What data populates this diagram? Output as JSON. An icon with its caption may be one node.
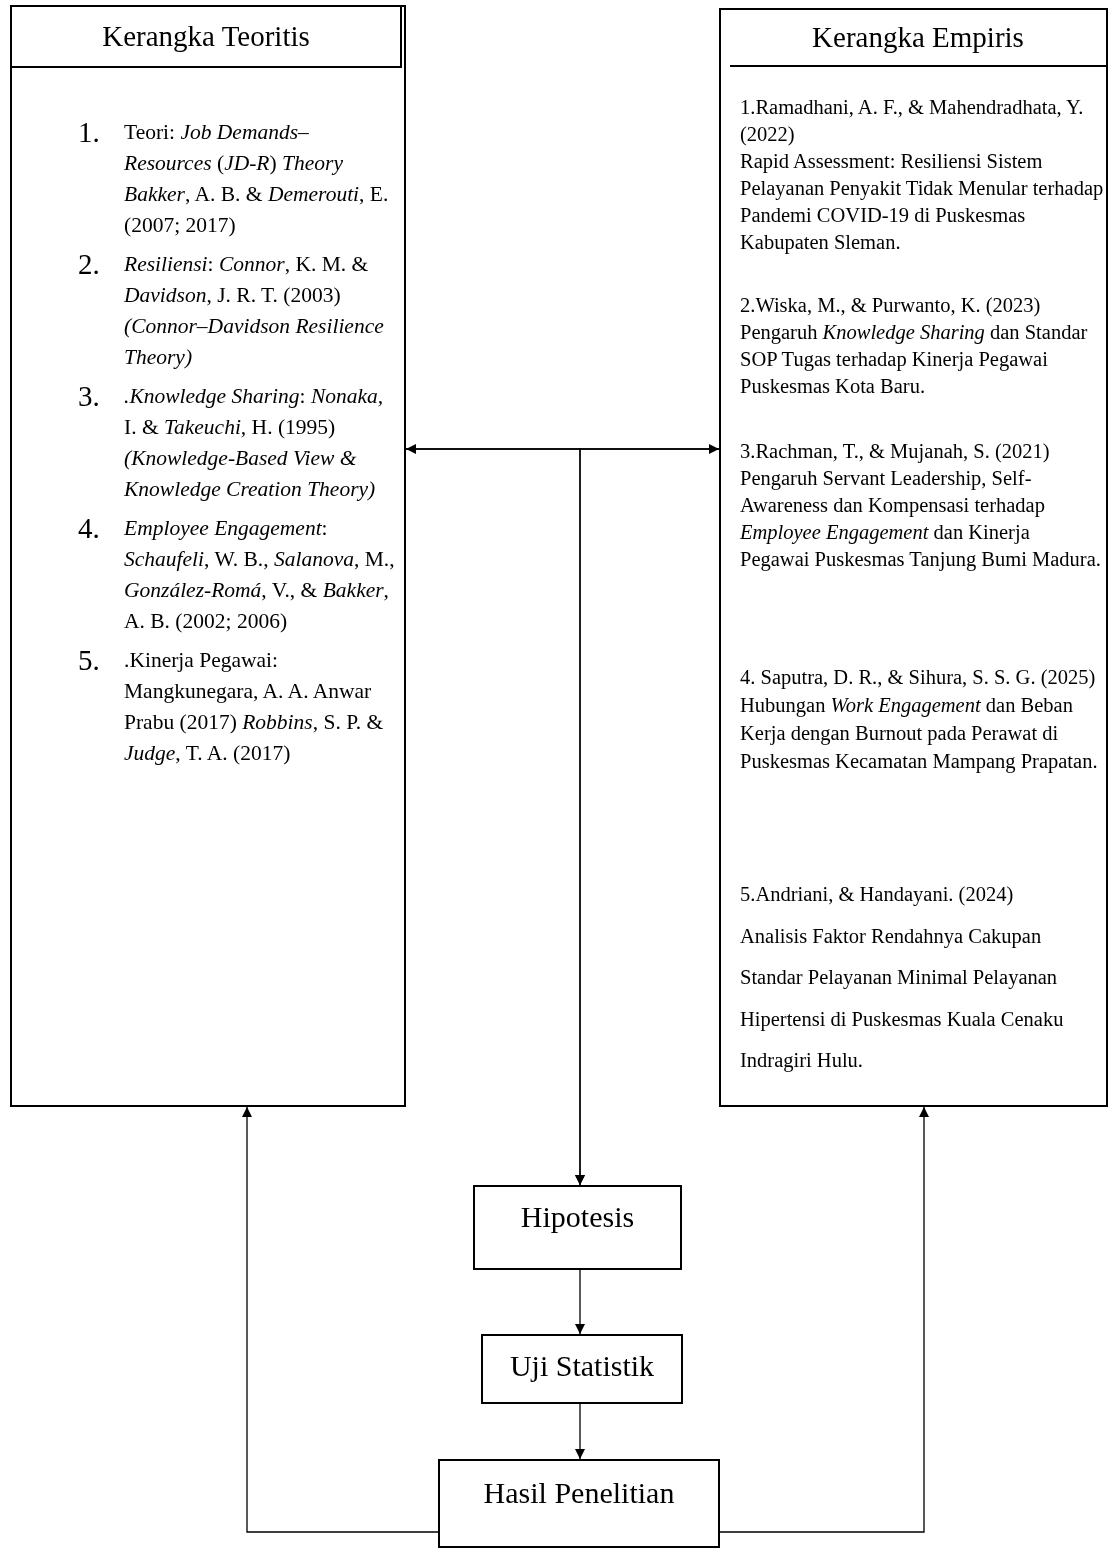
{
  "diagram": {
    "nodes": [
      {
        "text": [
          "Kerangka Teoritis",
          "1.",
          "Teori: *Job Demands–Resources* (*JD-R*) *Theory* *Bakker*, A. B. & *Demerouti*, E. (2007; 2017)",
          "2.",
          "*Resiliensi*: *Connor*, K. M. & *Davidson*, J. R. T. (2003) *(Connor–Davidson Resilience Theory)*",
          "3.",
          "*.Knowledge Sharing*: *Nonaka,* I. & *Takeuchi,* H. (1995) *(Knowledge-Based View & Knowledge Creation Theory)*",
          "4.",
          "*Employee Engagement*: *Schaufeli*, W. B., *Salanova*, M., *González-Romá*, V., & *Bakker*, A. B. (2002; 2006)",
          "5.",
          ".Kinerja Pegawai: Mangkunegara, A. A. Anwar Prabu (2017) *Robbins*, S. P. & *Judge*, T. A. (2017)"
        ]
      },
      {
        "text": [
          "Kerangka Empiris",
          "1.Ramadhani, A. F., & Mahendradhata, Y. (2022)",
          "Rapid Assessment: Resiliensi Sistem Pelayanan Penyakit Tidak Menular terhadap Pandemi COVID-19 di Puskesmas Kabupaten Sleman.",
          "2.Wiska, M., & Purwanto, K. (2023)",
          "Pengaruh *Knowledge Sharing* dan Standar SOP Tugas terhadap Kinerja Pegawai Puskesmas Kota Baru.",
          "3.Rachman, T., & Mujanah, S. (2021)",
          "Pengaruh Servant Leadership, Self-Awareness dan Kompensasi terhadap *Employee Engagement* dan Kinerja Pegawai Puskesmas Tanjung Bumi Madura.",
          "4. Saputra, D. R., & Sihura, S. S. G. (2025)",
          "Hubungan *Work Engagement* dan Beban Kerja dengan Burnout pada Perawat di Puskesmas Kecamatan Mampang Prapatan.",
          "5.Andriani, & Handayani. (2024)",
          "Analisis Faktor Rendahnya Cakupan Standar Pelayanan Minimal Pelayanan Hipertensi di Puskesmas Kuala Cenaku Indragiri Hulu."
        ]
      },
      {
        "text": [
          "Hipotesis"
        ]
      },
      {
        "text": [
          "Uji Statistik"
        ]
      },
      {
        "text": [
          "Hasil Penelitian"
        ]
      }
    ],
    "edges": [
      {
        "from": 0,
        "to": 1,
        "arrow": "both"
      },
      {
        "from": 0,
        "to": 2,
        "arrow": "to"
      },
      {
        "from": 1,
        "to": 2,
        "arrow": "to"
      },
      {
        "from": 2,
        "to": 3,
        "arrow": "to"
      },
      {
        "from": 3,
        "to": 4,
        "arrow": "to"
      },
      {
        "from": 4,
        "to": 0,
        "arrow": "to"
      },
      {
        "from": 4,
        "to": 1,
        "arrow": "to"
      }
    ]
  }
}
